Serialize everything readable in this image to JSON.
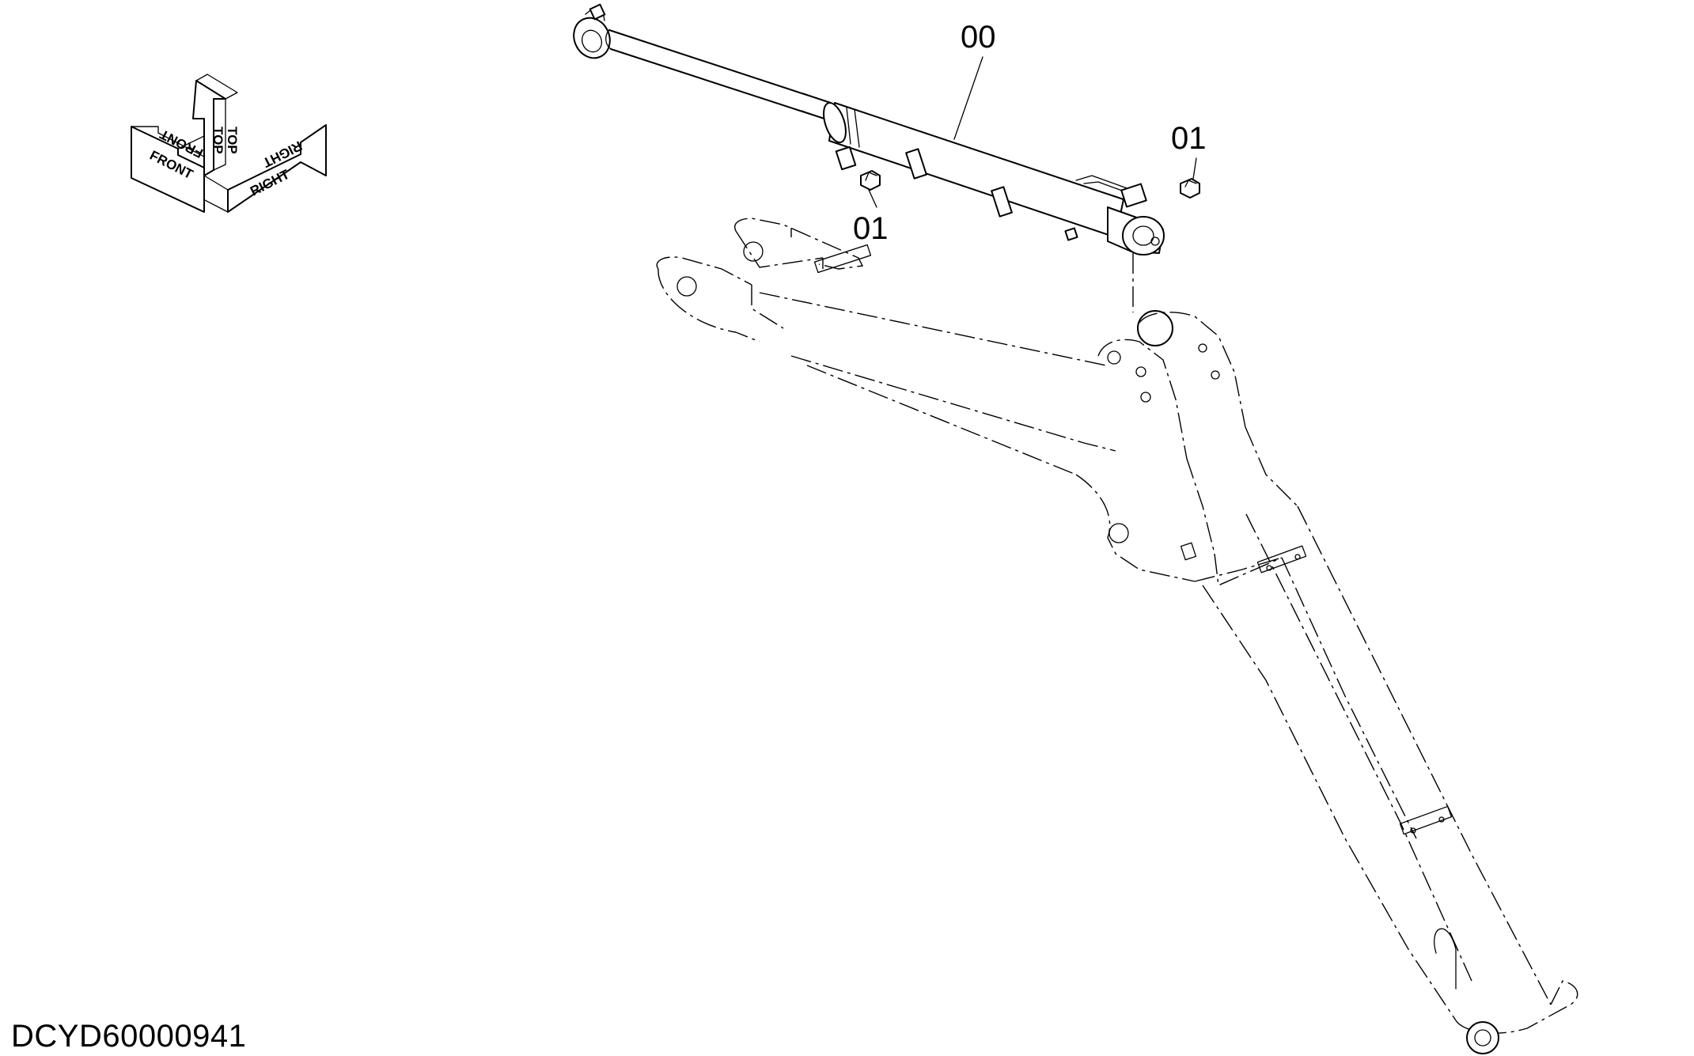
{
  "labels": {
    "part_00": "00",
    "part_01_left": "01",
    "part_01_right": "01"
  },
  "orientation": {
    "top": "TOP",
    "front": "FRONT",
    "right": "RIGHT"
  },
  "drawing_code": "DCYD60000941"
}
